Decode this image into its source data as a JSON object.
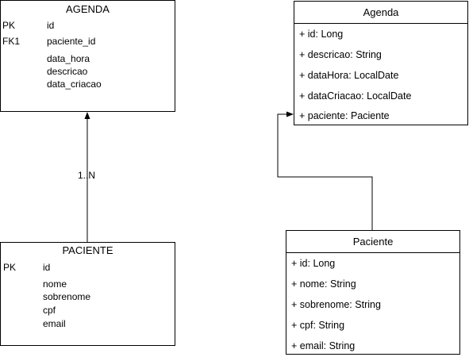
{
  "erd": {
    "agenda": {
      "title": "AGENDA",
      "rows": [
        {
          "key": "PK",
          "name": "id"
        },
        {
          "key": "FK1",
          "name": "paciente_id"
        },
        {
          "key": "",
          "name": "data_hora"
        },
        {
          "key": "",
          "name": "descricao"
        },
        {
          "key": "",
          "name": "data_criacao"
        }
      ]
    },
    "paciente": {
      "title": "PACIENTE",
      "rows": [
        {
          "key": "PK",
          "name": "id"
        },
        {
          "key": "",
          "name": "nome"
        },
        {
          "key": "",
          "name": "sobrenome"
        },
        {
          "key": "",
          "name": "cpf"
        },
        {
          "key": "",
          "name": "email"
        }
      ]
    },
    "relationship": {
      "multiplicity": "1..N"
    }
  },
  "uml": {
    "agenda": {
      "title": "Agenda",
      "attributes": [
        "+ id: Long",
        "+ descricao: String",
        "+ dataHora: LocalDate",
        "+ dataCriacao: LocalDate",
        "+ paciente: Paciente"
      ]
    },
    "paciente": {
      "title": "Paciente",
      "attributes": [
        "+ id: Long",
        "+ nome: String",
        "+ sobrenome: String",
        "+ cpf: String",
        "+ email: String"
      ]
    }
  }
}
